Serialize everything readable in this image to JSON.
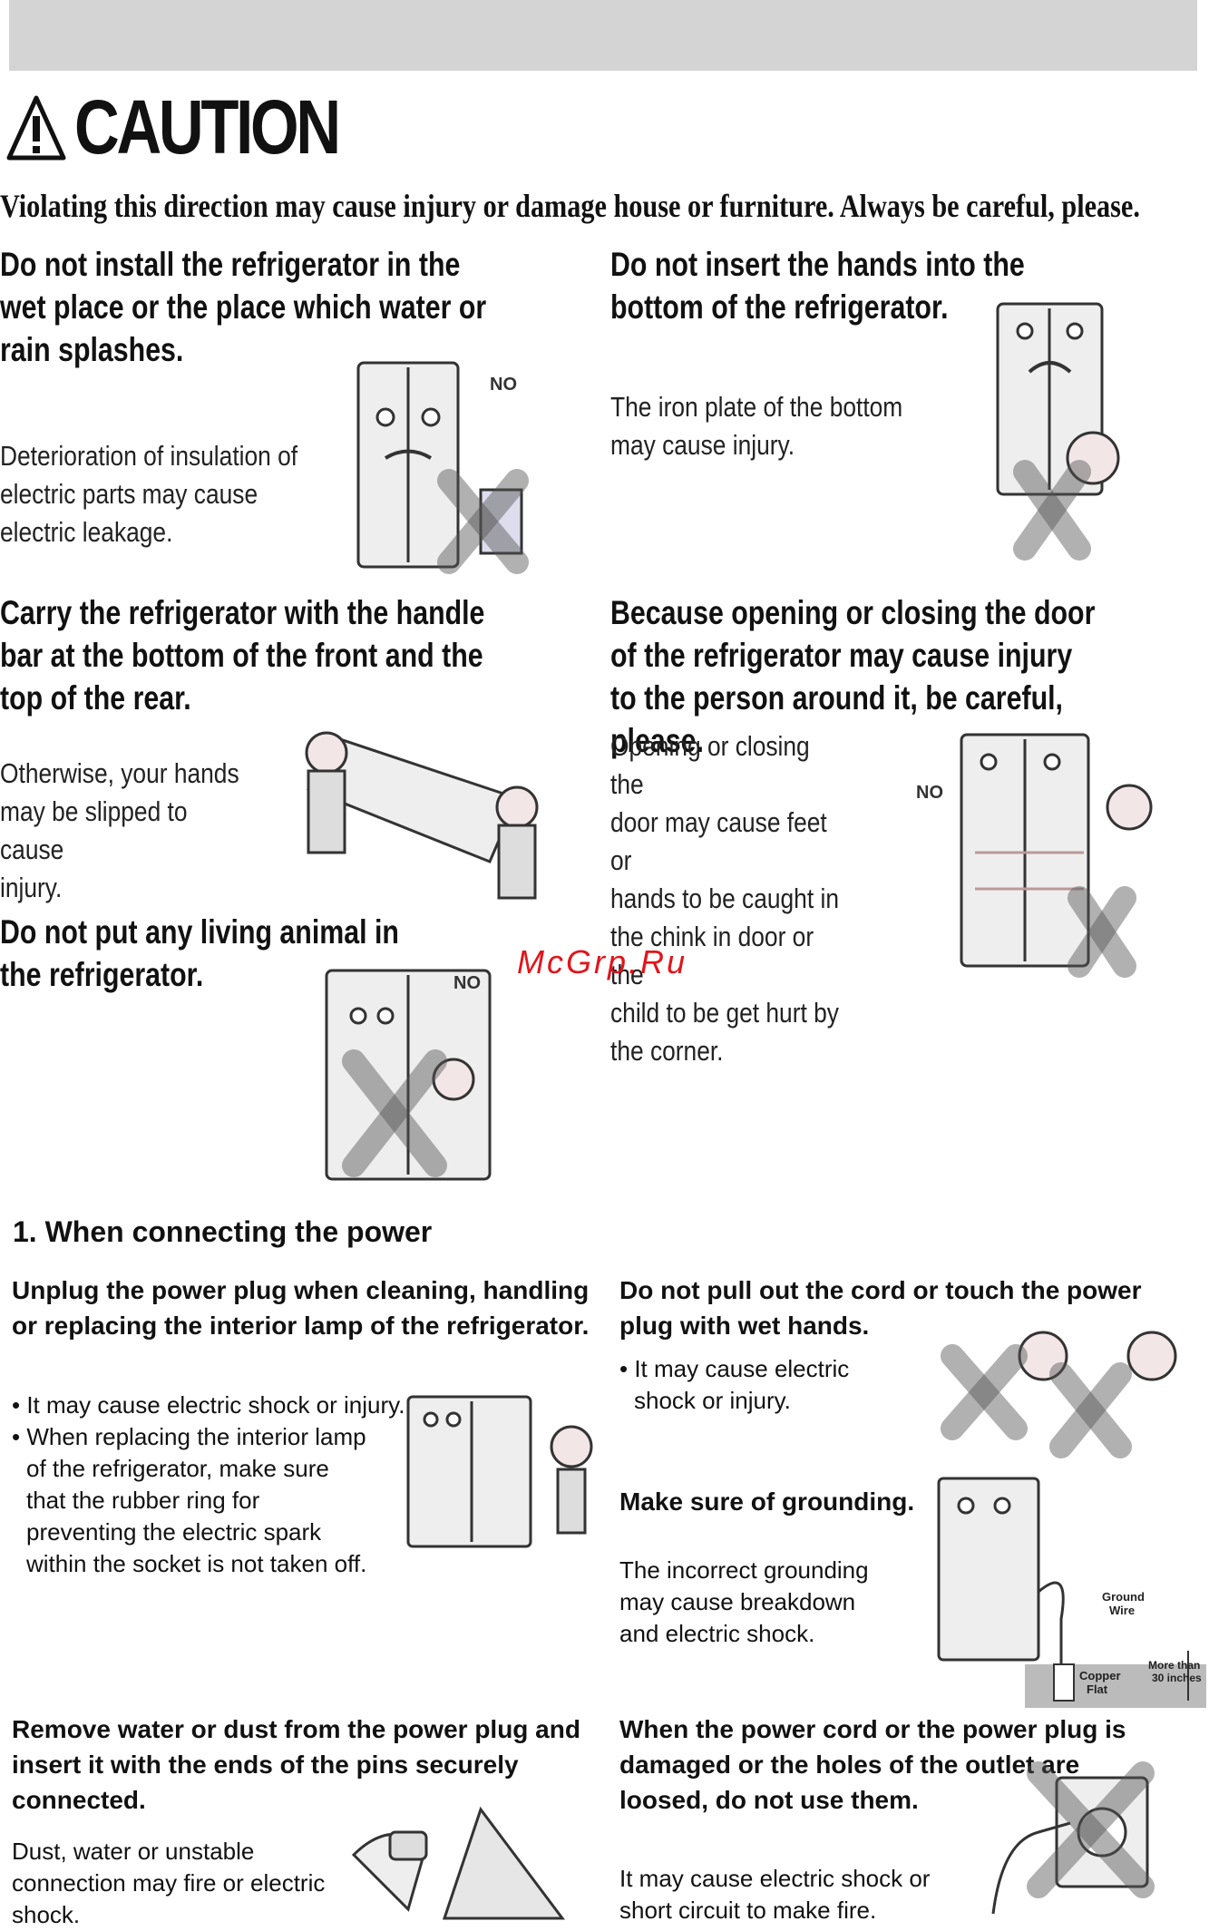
{
  "header": {
    "title": "CAUTION"
  },
  "intro": "Violating this direction may cause injury or damage house or furniture. Always be careful, please.",
  "items": [
    {
      "heading": "Do not install the refrigerator in the wet place or the place which water or rain splashes.",
      "lines": [
        "Deterioration of insulation of",
        "electric parts may cause",
        "electric leakage."
      ]
    },
    {
      "heading": "Do not insert the hands into the bottom of the refrigerator.",
      "lines": [
        "The iron plate of the bottom",
        "may cause injury."
      ]
    },
    {
      "heading": "Carry the refrigerator with the handle bar at the bottom of the front and the top of the rear.",
      "lines": [
        "Otherwise, your hands",
        "may be slipped to cause",
        "injury."
      ]
    },
    {
      "heading": "Because opening or closing the door of the refrigerator may cause injury to the person around it, be careful, please.",
      "lines": [
        "Opening or closing the",
        "door may cause feet or",
        "hands to be caught in",
        "the chink in door or the",
        "child to be get hurt by",
        "the corner."
      ]
    },
    {
      "heading": "Do not put any living animal in the refrigerator.",
      "lines": []
    }
  ],
  "watermark": "McGrp.Ru",
  "section": {
    "title": "1. When connecting the power"
  },
  "power_items": [
    {
      "heading": "Unplug the power plug when cleaning, handling or replacing the interior lamp of the refrigerator.",
      "lines": [
        "• It may cause electric shock or injury.",
        "• When replacing the interior lamp",
        "of the refrigerator, make sure",
        "that the rubber ring for",
        "preventing the electric spark",
        "within the socket is not taken off."
      ]
    },
    {
      "heading": "Do not pull out the cord or touch the power plug with wet hands.",
      "lines": [
        "• It may cause electric",
        "shock or injury."
      ]
    },
    {
      "heading": "Make sure of grounding.",
      "lines": [
        "The incorrect grounding",
        "may cause breakdown",
        "and electric shock."
      ]
    },
    {
      "heading": "Remove water or dust from the power plug and insert it with the ends of the pins securely connected.",
      "lines": [
        "Dust, water or unstable",
        "connection may fire or electric",
        "shock."
      ]
    },
    {
      "heading": "When the power cord or the power plug is damaged or the holes of the outlet are loosed, do not use them.",
      "lines": [
        "It may cause electric shock or",
        "short circuit to make fire."
      ]
    }
  ],
  "labels": {
    "no": "NO",
    "ground_wire": [
      "Ground",
      "Wire"
    ],
    "copper_flat": [
      "Copper",
      "Flat"
    ],
    "more_than": [
      "More than",
      "30 inches"
    ]
  }
}
